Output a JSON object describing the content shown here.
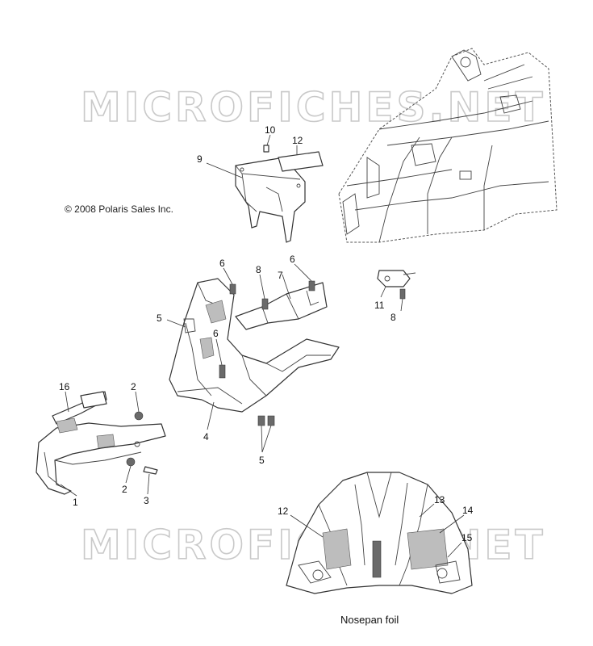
{
  "copyright": "© 2008 Polaris Sales Inc.",
  "watermark": {
    "top": "MICROFICHES.NET",
    "bottom": "MICROFICHES.NET"
  },
  "inset_caption": "Nosepan foil",
  "callouts": {
    "c1": "1",
    "c2a": "2",
    "c2b": "2",
    "c3": "3",
    "c4": "4",
    "c5a": "5",
    "c5b": "5",
    "c6a": "6",
    "c6b": "6",
    "c6c": "6",
    "c7": "7",
    "c8a": "8",
    "c8b": "8",
    "c9": "9",
    "c10": "10",
    "c11": "11",
    "c12a": "12",
    "c12b": "12",
    "c13": "13",
    "c14": "14",
    "c15": "15",
    "c16": "16"
  }
}
